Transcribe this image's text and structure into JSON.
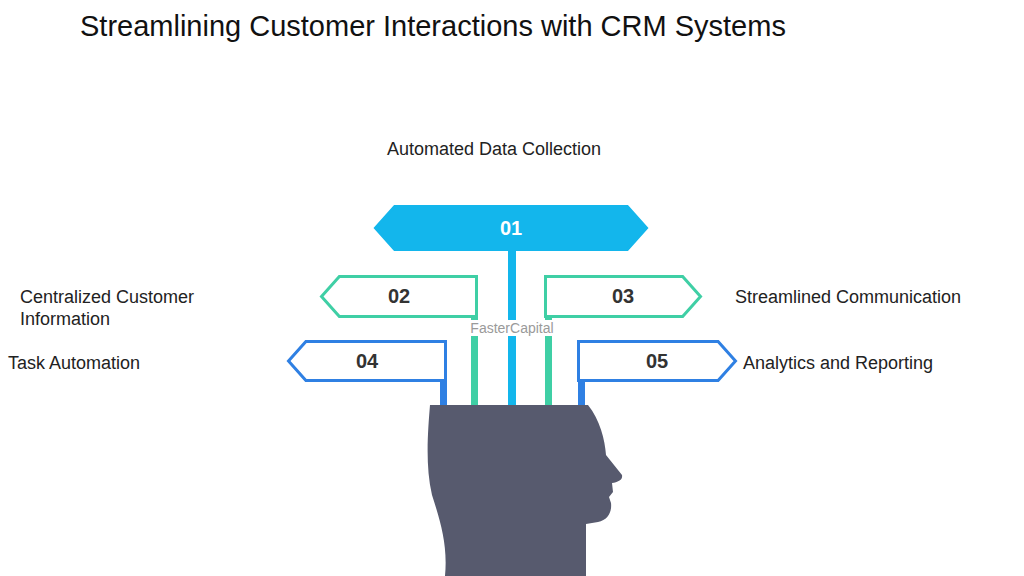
{
  "diagram": {
    "title": "Streamlining Customer Interactions with CRM Systems",
    "nodes": [
      {
        "text": [
          "Automated Data Collection",
          "01"
        ]
      },
      {
        "text": [
          "Centralized Customer Information",
          "02"
        ]
      },
      {
        "text": [
          "Streamlined Communication",
          "03"
        ]
      },
      {
        "text": [
          "Task Automation",
          "04"
        ]
      },
      {
        "text": [
          "Analytics and Reporting",
          "05"
        ]
      }
    ],
    "labels": [
      "FasterCapital"
    ]
  }
}
